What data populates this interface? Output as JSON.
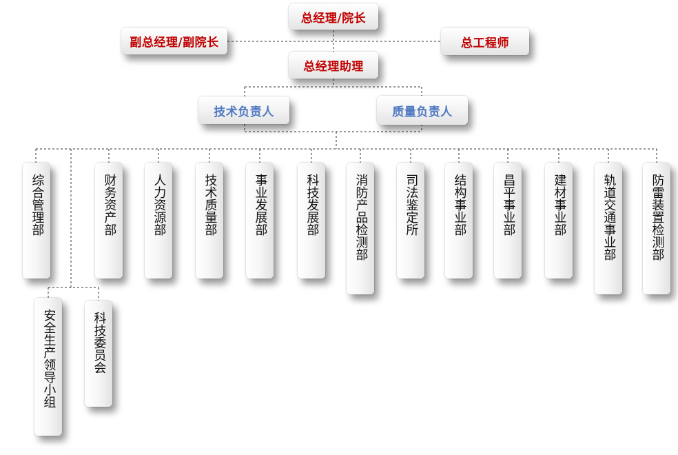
{
  "chart": {
    "general_manager": "总经理/院长",
    "deputy_manager": "副总经理/副院长",
    "chief_engineer": "总工程师",
    "assistant_manager": "总经理助理",
    "technical_lead": "技术负责人",
    "quality_lead": "质量负责人",
    "departments": [
      "综合管理部",
      "财务资产部",
      "人力资源部",
      "技术质量部",
      "事业发展部",
      "科技发展部",
      "消防产品检测部",
      "司法鉴定所",
      "结构事业部",
      "昌平事业部",
      "建材事业部",
      "轨道交通事业部",
      "防雷装置检测部"
    ],
    "sub_groups": [
      "安全生产领导小组",
      "科技委员会"
    ]
  }
}
